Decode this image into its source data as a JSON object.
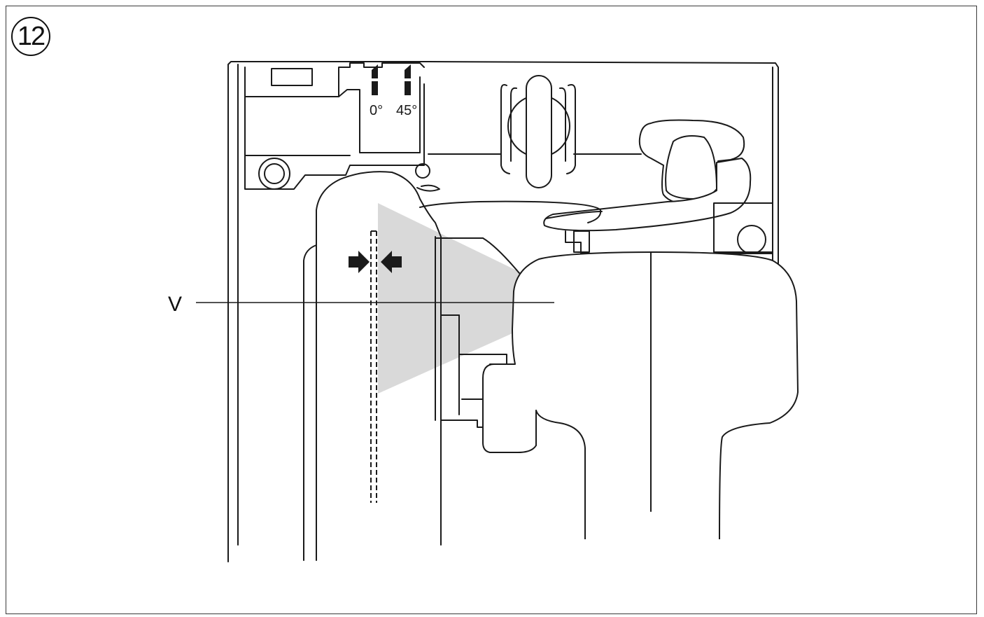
{
  "figure": {
    "step_number": "12",
    "scale_marks": [
      "0°",
      "45°"
    ],
    "callout_label": "V"
  },
  "colors": {
    "line": "#1a1a1a",
    "shade": "#d9d9d9",
    "background": "#ffffff"
  }
}
